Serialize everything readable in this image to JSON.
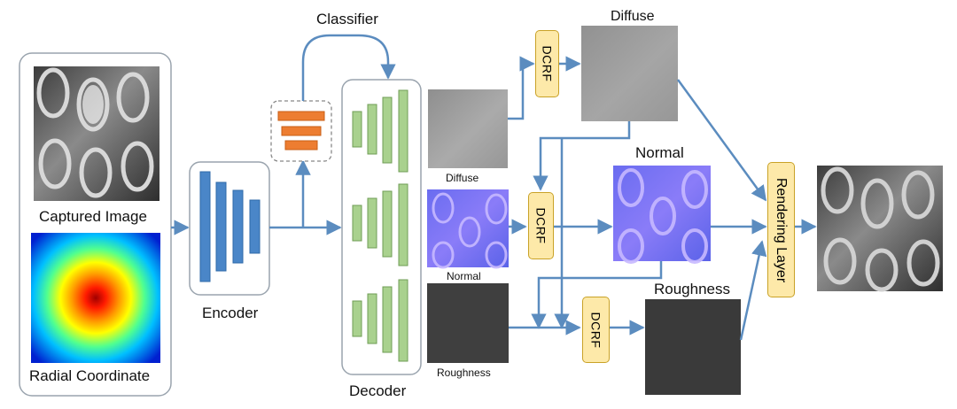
{
  "inputs": {
    "captured_label": "Captured Image",
    "radial_label": "Radial Coordinate"
  },
  "encoder": {
    "label": "Encoder"
  },
  "classifier": {
    "label": "Classifier"
  },
  "decoder": {
    "label": "Decoder"
  },
  "decoder_outputs": {
    "diffuse_label": "Diffuse",
    "normal_label": "Normal",
    "roughness_label": "Roughness"
  },
  "dcrf": {
    "label": "DCRF"
  },
  "refined_outputs": {
    "diffuse_label": "Diffuse",
    "normal_label": "Normal",
    "roughness_label": "Roughness"
  },
  "rendering": {
    "label": "Rendering Layer"
  },
  "colors": {
    "arrow": "#5b8cbf",
    "encoder_bar": "#4a86c8",
    "decoder_bar": "#a9d18e",
    "classifier_bar": "#ed7d31",
    "dcrf_fill": "#fde9a9"
  }
}
